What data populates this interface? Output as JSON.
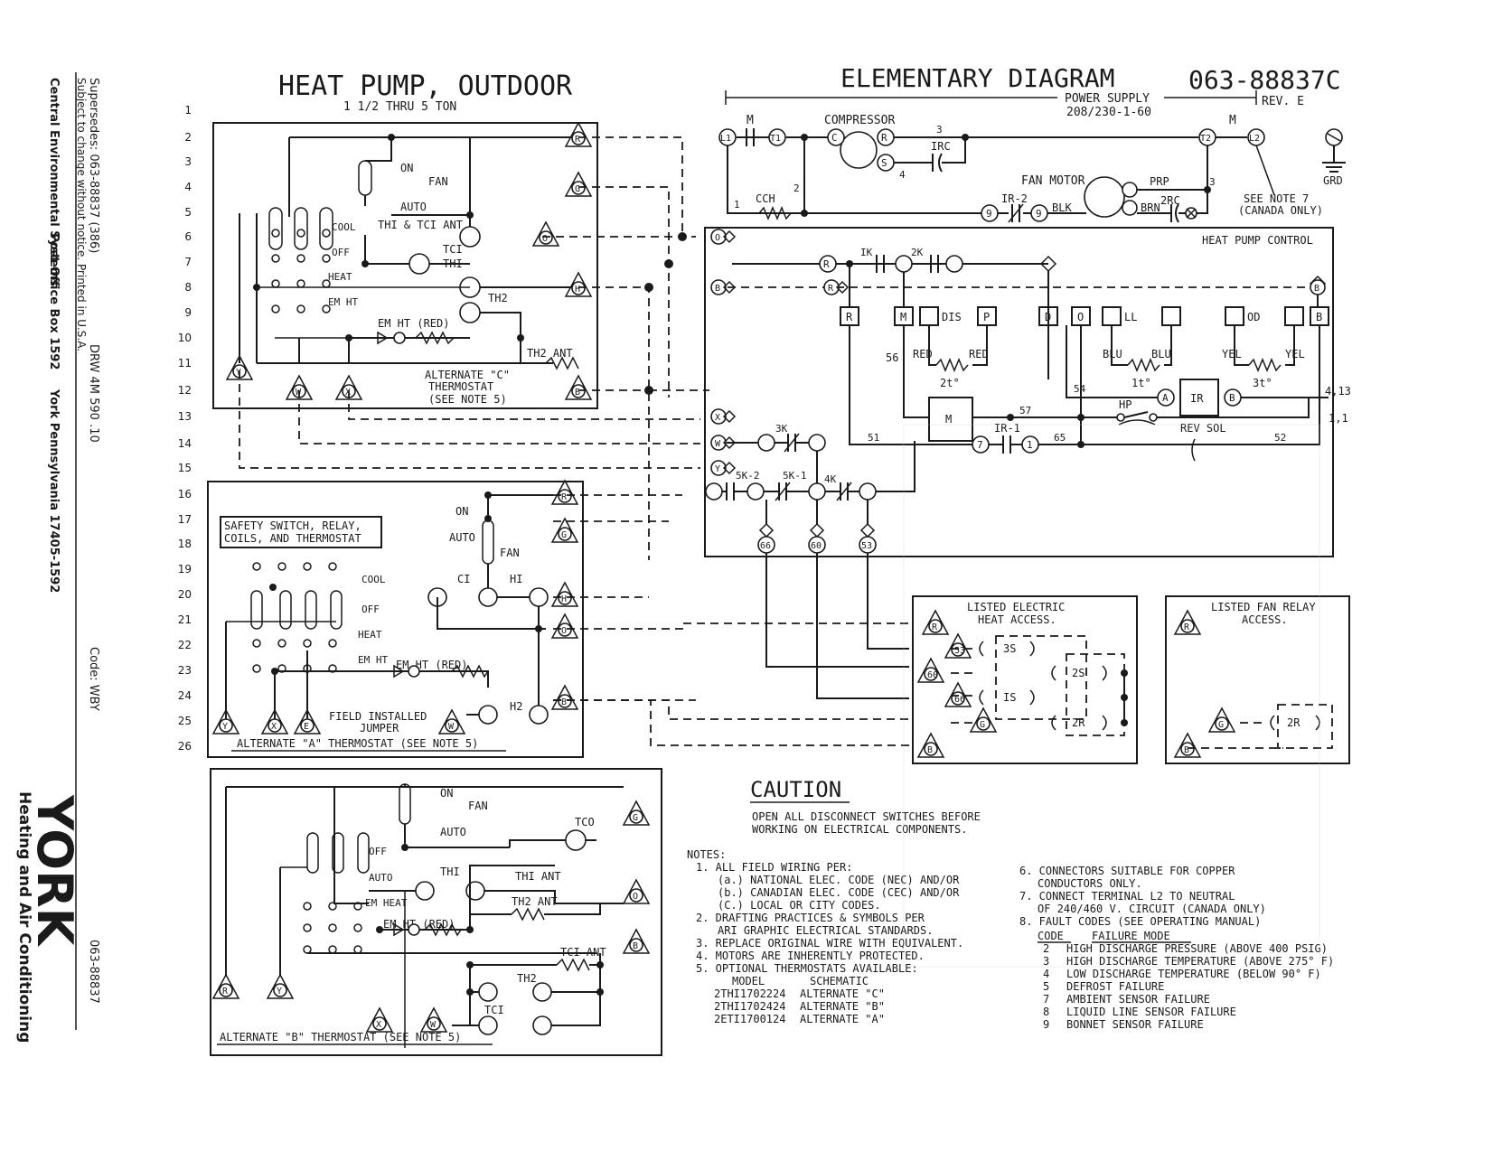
{
  "sidebar": {
    "supersedes": "Supersedes: 063-88837 (386)",
    "notice": "Subject to change without notice. Printed in U.S.A.",
    "drw": "DRW 4M 590 .10",
    "code": "Code: WBY",
    "company": "Central Environmental Systems",
    "po": "Post Office Box 1592",
    "city": "York Pennsylvania 17405-1592",
    "brand": "YORK",
    "brand_sub": "Heating and Air Conditioning",
    "part": "063-88837"
  },
  "header": {
    "left_title": "HEAT PUMP, OUTDOOR",
    "left_subtitle": "1 1/2 THRU 5 TON",
    "right_title": "ELEMENTARY DIAGRAM",
    "doc_number": "063-88837C",
    "rev": "REV. E",
    "power_supply": "POWER SUPPLY",
    "power_spec": "208/230-1-60"
  },
  "line_numbers": [
    "1",
    "2",
    "3",
    "4",
    "5",
    "6",
    "7",
    "8",
    "9",
    "10",
    "11",
    "12",
    "13",
    "14",
    "15",
    "16",
    "17",
    "18",
    "19",
    "20",
    "21",
    "22",
    "23",
    "24",
    "25",
    "26"
  ],
  "thermostat_c": {
    "on": "ON",
    "fan": "FAN",
    "auto": "AUTO",
    "cool": "COOL",
    "off": "OFF",
    "heat": "HEAT",
    "em_ht": "EM HT",
    "thi_tci_ant": "THI & TCI ANT",
    "tci": "TCI",
    "thi": "THI",
    "th2": "TH2",
    "em_ht_red": "EM HT (RED)",
    "th2_ant": "TH2 ANT",
    "caption1": "ALTERNATE \"C\"",
    "caption2": "THERMOSTAT",
    "caption3": "(SEE NOTE 5)",
    "terms": [
      "R",
      "G",
      "O",
      "H",
      "B",
      "Y",
      "W",
      "X"
    ]
  },
  "thermostat_a": {
    "label1": "SAFETY SWITCH, RELAY,",
    "label2": "COILS, AND THERMOSTAT",
    "on": "ON",
    "auto": "AUTO",
    "fan": "FAN",
    "cool": "COOL",
    "off": "OFF",
    "heat": "HEAT",
    "em_ht": "EM HT",
    "em_ht_red": "EM HT (RED)",
    "ci": "CI",
    "hi": "HI",
    "h2": "H2",
    "field1": "FIELD INSTALLED",
    "field2": "JUMPER",
    "caption": "ALTERNATE \"A\" THERMOSTAT (SEE NOTE 5)",
    "terms": [
      "R",
      "G",
      "H",
      "O",
      "B",
      "Y",
      "X",
      "E",
      "W"
    ]
  },
  "thermostat_b": {
    "on": "ON",
    "fan": "FAN",
    "auto": "AUTO",
    "off": "OFF",
    "em_heat": "EM HEAT",
    "em_ht_red": "EM HT (RED)",
    "thi": "THI",
    "thi_ant": "THI ANT",
    "th2_ant": "TH2 ANT",
    "tci_ant": "TCI ANT",
    "th2": "TH2",
    "tci": "TCI",
    "tco": "TCO",
    "caption": "ALTERNATE \"B\" THERMOSTAT (SEE NOTE 5)",
    "terms": [
      "G",
      "O",
      "B",
      "R",
      "Y",
      "X",
      "W"
    ]
  },
  "elementary": {
    "m": "M",
    "compressor": "COMPRESSOR",
    "cch": "CCH",
    "irc": "IRC",
    "fan_motor": "FAN MOTOR",
    "prp": "PRP",
    "ir2": "IR-2",
    "blk": "BLK",
    "brn": "BRN",
    "two_rc": "2RC",
    "see_note7": "SEE NOTE 7",
    "canada": "(CANADA ONLY)",
    "grd": "GRD",
    "terms_top": [
      "L1",
      "T1",
      "C",
      "R",
      "S",
      "T2",
      "L2"
    ],
    "wire_nums": [
      "1",
      "2",
      "3",
      "4",
      "3",
      "9",
      "3"
    ],
    "hpc": "HEAT PUMP CONTROL",
    "hpc_terms": [
      "R",
      "M",
      "DIS",
      "P",
      "D",
      "O",
      "LL",
      "OD",
      "B"
    ],
    "contacts": [
      "IK",
      "2K",
      "3K",
      "5K-2",
      "5K-1",
      "4K",
      "IR-1",
      "HP"
    ],
    "sensors": [
      "RED",
      "RED",
      "2t°",
      "BLU",
      "BLU",
      "1t°",
      "YEL",
      "YEL",
      "3t°"
    ],
    "wires": [
      "56",
      "54",
      "57",
      "51",
      "65",
      "52",
      "4,13",
      "1,1"
    ],
    "ir": "IR",
    "m_box": "M",
    "rev_sol": "REV SOL",
    "left_terms": [
      "O",
      "R",
      "B",
      "X",
      "W",
      "Y"
    ],
    "plugs": [
      "66",
      "60",
      "53"
    ],
    "circle_a": "A",
    "circle_b": "B",
    "circle_7": "7",
    "circle_1": "1",
    "circle_9": "9"
  },
  "listed_electric": {
    "title1": "LISTED ELECTRIC",
    "title2": "HEAT ACCESS.",
    "terms": [
      "R",
      "53",
      "60",
      "66",
      "G",
      "B"
    ],
    "relays": [
      "3S",
      "2S",
      "IS",
      "2R"
    ]
  },
  "listed_fan": {
    "title1": "LISTED FAN RELAY",
    "title2": "ACCESS.",
    "terms": [
      "R",
      "G",
      "B"
    ],
    "relay": "2R"
  },
  "caution": {
    "title": "CAUTION",
    "line1": "OPEN ALL DISCONNECT SWITCHES BEFORE",
    "line2": "WORKING ON ELECTRICAL COMPONENTS."
  },
  "notes_left": [
    "NOTES:",
    "1. ALL FIELD WIRING PER:",
    "(a.) NATIONAL ELEC. CODE (NEC) AND/OR",
    "(b.) CANADIAN ELEC. CODE (CEC) AND/OR",
    "(C.) LOCAL OR CITY CODES.",
    "2. DRAFTING PRACTICES & SYMBOLS PER",
    "ARI GRAPHIC ELECTRICAL STANDARDS.",
    "3. REPLACE ORIGINAL WIRE WITH EQUIVALENT.",
    "4. MOTORS ARE INHERENTLY PROTECTED.",
    "5. OPTIONAL THERMOSTATS AVAILABLE:"
  ],
  "thermostat_table": {
    "headers": [
      "MODEL",
      "SCHEMATIC"
    ],
    "rows": [
      [
        "2THI1702224",
        "ALTERNATE \"C\""
      ],
      [
        "2THI1702424",
        "ALTERNATE \"B\""
      ],
      [
        "2ETI1700124",
        "ALTERNATE \"A\""
      ]
    ]
  },
  "notes_right": [
    "6. CONNECTORS SUITABLE FOR COPPER",
    "CONDUCTORS ONLY.",
    "7. CONNECT TERMINAL L2 TO NEUTRAL",
    "OF 240/460 V. CIRCUIT (CANADA ONLY)",
    "8. FAULT CODES (SEE OPERATING MANUAL)"
  ],
  "fault_table": {
    "headers": [
      "CODE",
      "FAILURE MODE"
    ],
    "rows": [
      [
        "2",
        "HIGH DISCHARGE PRESSURE (ABOVE 400 PSIG)"
      ],
      [
        "3",
        "HIGH DISCHARGE TEMPERATURE (ABOVE 275° F)"
      ],
      [
        "4",
        "LOW DISCHARGE TEMPERATURE (BELOW 90° F)"
      ],
      [
        "5",
        "DEFROST FAILURE"
      ],
      [
        "7",
        "AMBIENT SENSOR FAILURE"
      ],
      [
        "8",
        "LIQUID LINE SENSOR FAILURE"
      ],
      [
        "9",
        "BONNET SENSOR FAILURE"
      ]
    ]
  }
}
